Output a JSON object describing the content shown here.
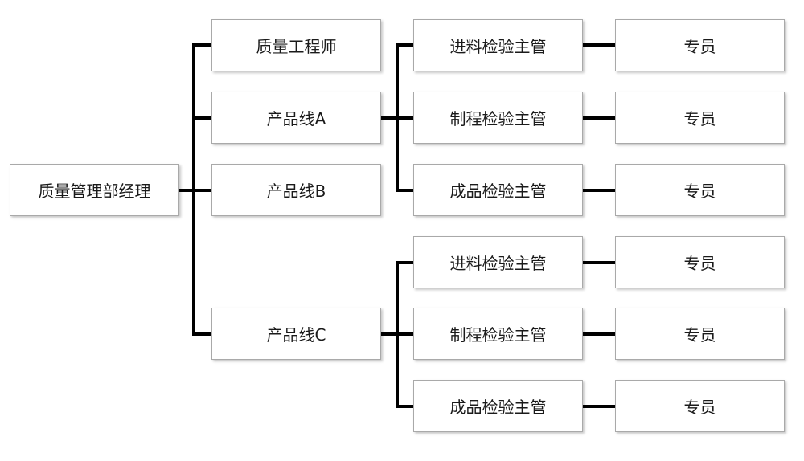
{
  "nodes": {
    "root": "质量管理部经理",
    "quality_engineer": "质量工程师",
    "line_a": "产品线A",
    "line_b": "产品线B",
    "line_c": "产品线C",
    "a_incoming": "进料检验主管",
    "a_process": "制程检验主管",
    "a_finished": "成品检验主管",
    "a_incoming_staff": "专员",
    "a_process_staff": "专员",
    "a_finished_staff": "专员",
    "c_incoming": "进料检验主管",
    "c_process": "制程检验主管",
    "c_finished": "成品检验主管",
    "c_incoming_staff": "专员",
    "c_process_staff": "专员",
    "c_finished_staff": "专员"
  }
}
